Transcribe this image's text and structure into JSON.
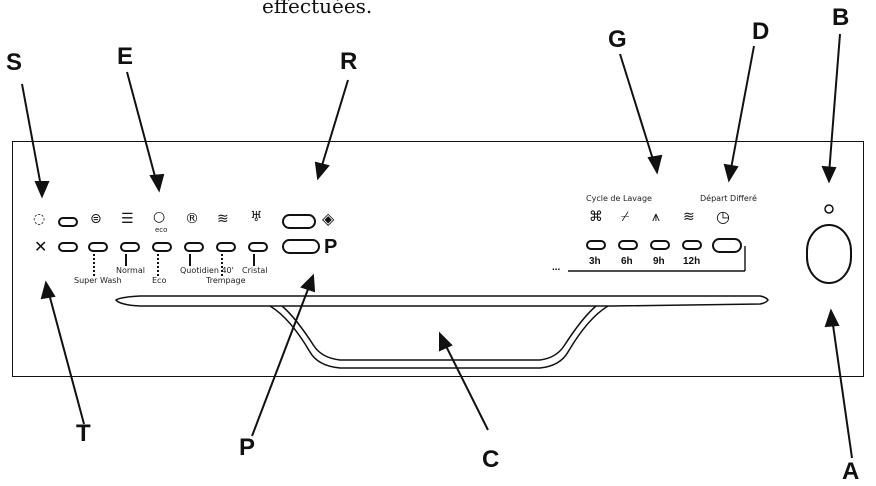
{
  "header_text": "effectuées.",
  "callouts": {
    "S": "S",
    "E": "E",
    "R": "R",
    "G": "G",
    "D": "D",
    "B": "B",
    "T": "T",
    "P": "P",
    "C": "C",
    "A": "A"
  },
  "panel_p_label": "P",
  "programs": {
    "super_wash": "Super Wash",
    "normal": "Normal",
    "eco": "Eco",
    "quotidien": "Quotidien 40'",
    "trempage": "Trempage",
    "cristal": "Cristal"
  },
  "group_titles": {
    "cycle": "Cycle de Lavage",
    "depart": "Départ Differé"
  },
  "timers": [
    "3h",
    "6h",
    "9h",
    "12h"
  ],
  "ellipsis": "...",
  "eco_tag": "eco",
  "icons": {
    "salt": "salt-indicator-icon",
    "rinse": "rinse-aid-icon",
    "start": "start-diamond-icon",
    "clock": "delay-clock-icon"
  }
}
